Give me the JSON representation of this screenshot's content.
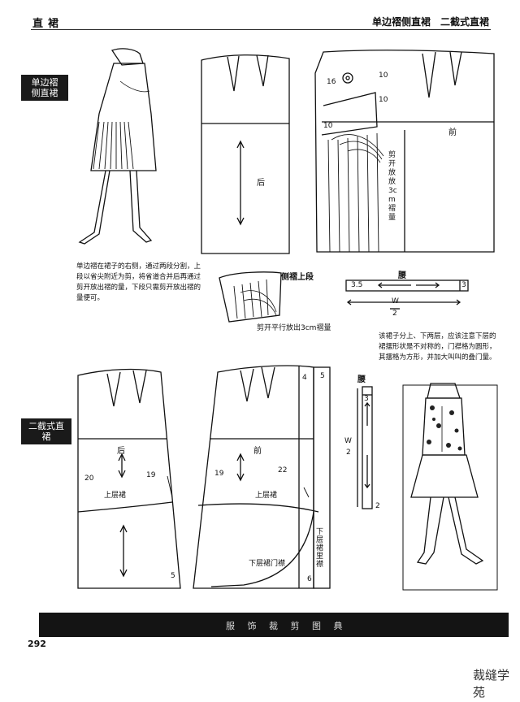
{
  "header": {
    "left_title": "直裙",
    "right_title": "单边褶侧直裙　二截式直裙"
  },
  "side_tabs": {
    "tab1_line1": "单边褶",
    "tab1_line2": "侧直裙",
    "tab2": "二截式直裙"
  },
  "section1": {
    "back_label": "后",
    "front_label": "前",
    "num_16": "16",
    "num_10a": "10",
    "num_10b": "10",
    "num_10c": "10",
    "cut_note": "剪开放放3cm褶量",
    "side_pleat_label": "侧褶上段",
    "waistband_label": "腰",
    "wb_35": "3.5",
    "wb_3": "3",
    "w2_w": "W",
    "w2_2": "2",
    "cut_note2": "剪开平行放出3cm褶量",
    "description": "单边褶在裙子的右侧，通过两段分割，上段以省尖附近为剪，将省道合并后再通过剪开放出褶的量，下段只需剪开放出褶的量便可。"
  },
  "section2": {
    "description": "该裙子分上、下两层，应该注意下层的裙摆形状是不对称的，门襟格为圆形，其摆格为方形，并加大叫叫的叠门量。",
    "back_label": "后",
    "front_label": "前",
    "n20": "20",
    "n19a": "19",
    "n19b": "19",
    "n22": "22",
    "upper_a": "上层裙",
    "upper_b": "上层裙",
    "lower_placket": "下层裙门襟",
    "lower_lining": "下层裙里襟",
    "n5a": "5",
    "n5b": "5",
    "n4": "4",
    "n6": "6",
    "waistband_label": "腰",
    "wb_3": "3",
    "wb_w": "W",
    "wb_2": "2",
    "wb_2b": "2"
  },
  "footer": {
    "book_title": "服 饰 裁 剪 图 典",
    "page_number": "292",
    "brand": "裁缝学苑"
  }
}
